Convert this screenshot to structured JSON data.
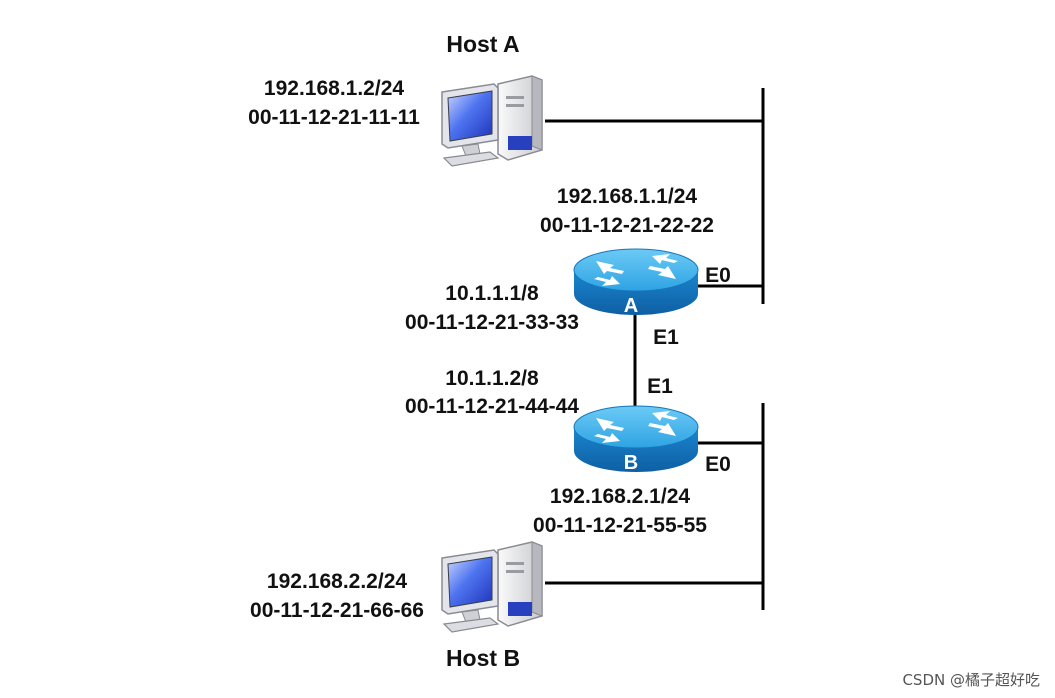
{
  "host_a": {
    "title": "Host A",
    "ip": "192.168.1.2/24",
    "mac": "00-11-12-21-11-11",
    "icon": "desktop-computer-icon"
  },
  "host_b": {
    "title": "Host B",
    "ip": "192.168.2.2/24",
    "mac": "00-11-12-21-66-66",
    "icon": "desktop-computer-icon"
  },
  "router_a": {
    "letter": "A",
    "icon": "router-icon",
    "e0": {
      "port": "E0",
      "ip": "192.168.1.1/24",
      "mac": "00-11-12-21-22-22"
    },
    "e1": {
      "port": "E1",
      "ip": "10.1.1.1/8",
      "mac": "00-11-12-21-33-33"
    }
  },
  "router_b": {
    "letter": "B",
    "icon": "router-icon",
    "e1": {
      "port": "E1",
      "ip": "10.1.1.2/8",
      "mac": "00-11-12-21-44-44"
    },
    "e0": {
      "port": "E0",
      "ip": "192.168.2.1/24",
      "mac": "00-11-12-21-55-55"
    }
  },
  "colors": {
    "router": "#1e90d6",
    "router_top": "#3fb3ec",
    "monitor_screen": "#2b4fd8",
    "case": "#e7e7ea",
    "line": "#000000"
  },
  "watermark": "CSDN @橘子超好吃"
}
